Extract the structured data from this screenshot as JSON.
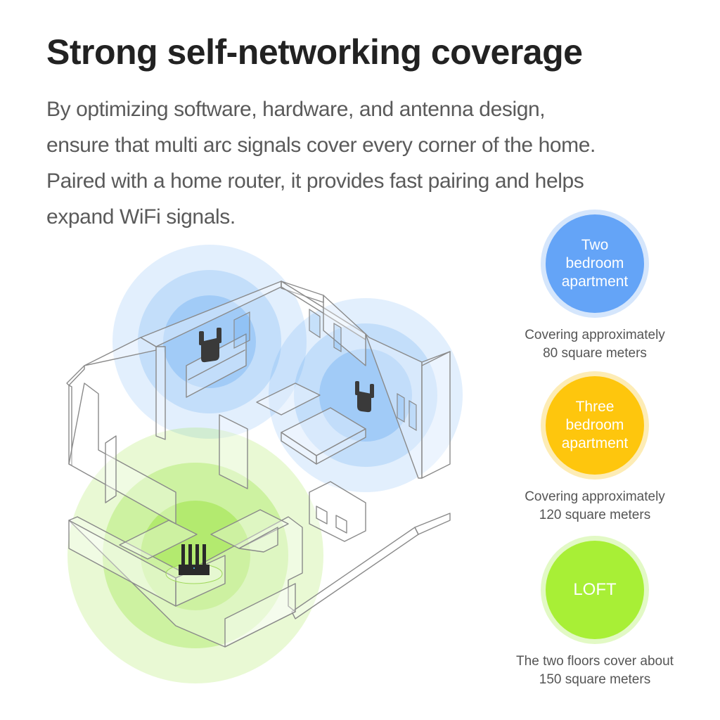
{
  "headline": "Strong self-networking coverage",
  "description": {
    "lines": [
      "By optimizing software, hardware, and antenna design,",
      "ensure that multi arc signals cover every corner of the home.",
      "Paired with a home router, it provides fast pairing and helps",
      "expand WiFi signals."
    ]
  },
  "illustration": {
    "devices": [
      "wifi-extender-icon",
      "wifi-extender-icon",
      "router-icon"
    ],
    "signal_colors": {
      "extender": "#4a9bf0",
      "router": "#8fe02a"
    }
  },
  "coverage_options": [
    {
      "label_lines": [
        "Two",
        "bedroom",
        "apartment"
      ],
      "caption_lines": [
        "Covering approximately",
        "80 square meters"
      ],
      "color": "#64a4f7",
      "ring_color": "#d5e6fc"
    },
    {
      "label_lines": [
        "Three",
        "bedroom",
        "apartment"
      ],
      "caption_lines": [
        "Covering approximately",
        "120 square meters"
      ],
      "color": "#fec60d",
      "ring_color": "#fdecb5"
    },
    {
      "label_lines": [
        "LOFT"
      ],
      "caption_lines": [
        "The two floors cover about",
        "150 square meters"
      ],
      "color": "#a8ef36",
      "ring_color": "#e2f9c5"
    }
  ]
}
